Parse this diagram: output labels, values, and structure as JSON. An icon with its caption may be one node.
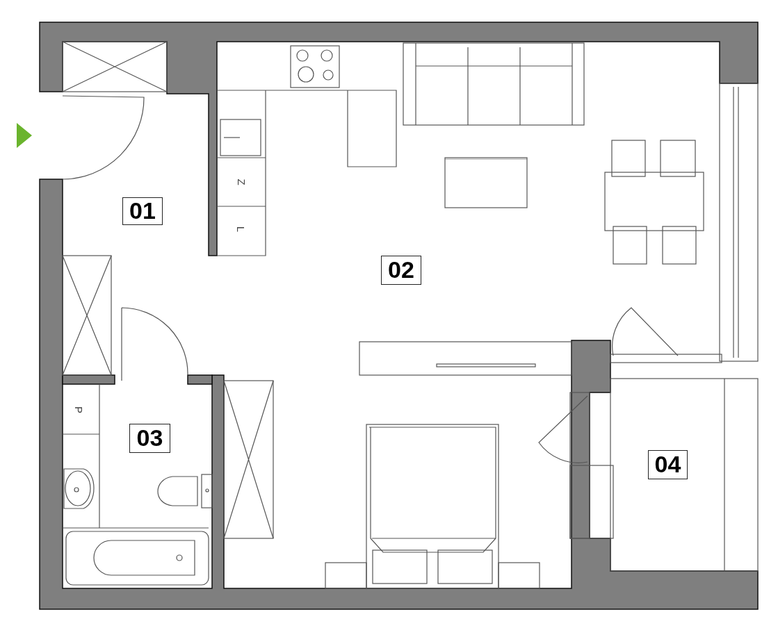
{
  "diagram": {
    "nodes": [
      {
        "text": [
          "01"
        ]
      },
      {
        "text": [
          "02"
        ]
      },
      {
        "text": [
          "03"
        ]
      },
      {
        "text": [
          "04"
        ]
      }
    ],
    "edges": [],
    "labels": [
      "Z",
      "L",
      "P"
    ]
  }
}
